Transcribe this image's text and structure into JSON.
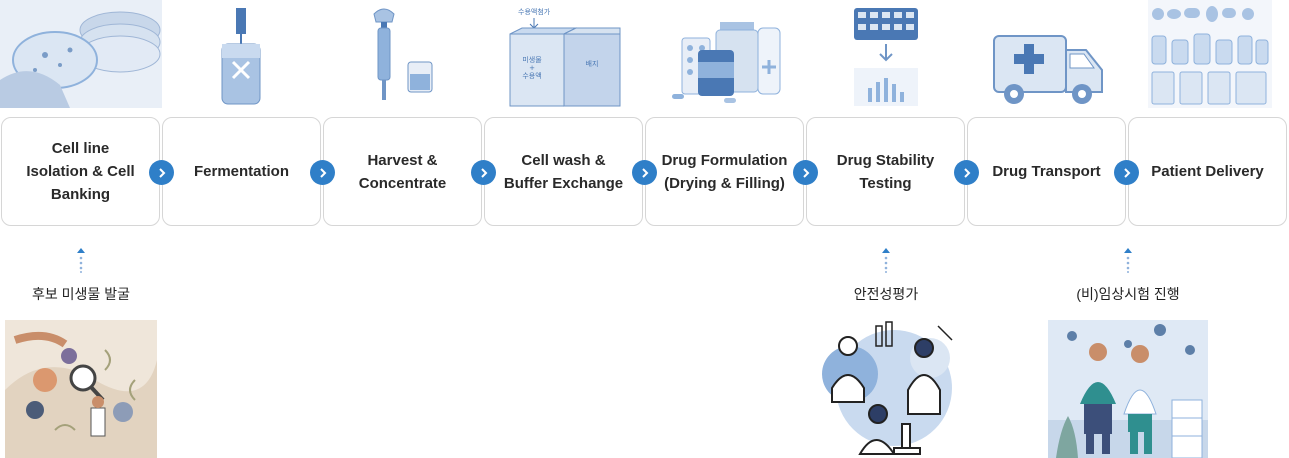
{
  "steps": [
    {
      "label": "Cell line\nIsolation & Cell\nBanking",
      "icon": "petri-dish-icon"
    },
    {
      "label": "Fermentation",
      "icon": "fermenter-icon"
    },
    {
      "label": "Harvest &\nConcentrate",
      "icon": "separatory-funnel-icon"
    },
    {
      "label": "Cell wash &\nBuffer Exchange",
      "icon": "buffer-tank-icon"
    },
    {
      "label": "Drug Formulation\n(Drying & Filling)",
      "icon": "medicine-bottles-icon"
    },
    {
      "label": "Drug Stability\nTesting",
      "icon": "stability-chart-icon"
    },
    {
      "label": "Drug Transport",
      "icon": "ambulance-icon"
    },
    {
      "label": "Patient Delivery",
      "icon": "pills-icon"
    }
  ],
  "illustration_text": {
    "buffer_add": "수용액첨가",
    "left_tank": "미생물\n+\n수용액",
    "right_tank": "배지"
  },
  "notes": {
    "discovery": "후보 미생물 발굴",
    "safety": "안전성평가",
    "clinical": "(비)임상시험 진행"
  },
  "colors": {
    "accent": "#2f7fc8",
    "illustration": "#8fb2dc",
    "illustration_dark": "#4a78b4"
  }
}
